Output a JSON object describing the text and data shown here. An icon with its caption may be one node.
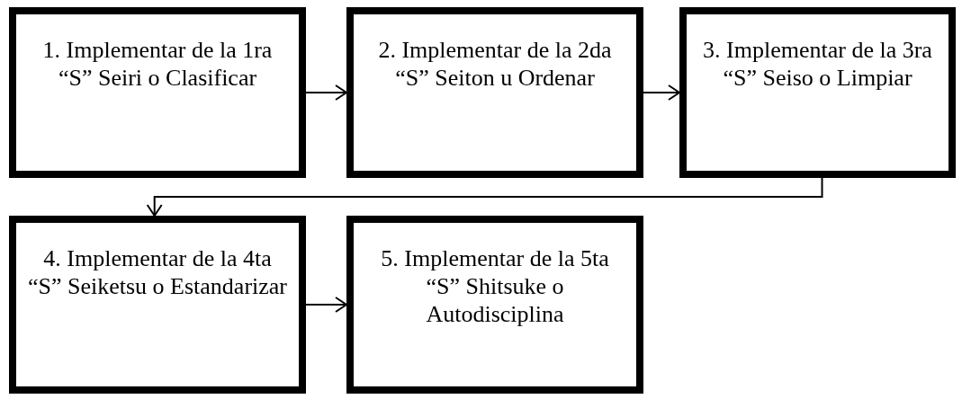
{
  "diagram": {
    "nodes": [
      {
        "text": [
          "1. Implementar de la 1ra “S” Seiri o Clasificar"
        ]
      },
      {
        "text": [
          "2. Implementar de la 2da “S” Seiton u Ordenar"
        ]
      },
      {
        "text": [
          "3. Implementar de la 3ra “S” Seiso o Limpiar"
        ]
      },
      {
        "text": [
          "4. Implementar de la 4ta “S” Seiketsu o Estandarizar"
        ]
      },
      {
        "text": [
          "5. Implementar de la 5ta “S” Shitsuke o Autodisciplina"
        ]
      }
    ],
    "edges": [
      {
        "from": 0,
        "to": 1,
        "arrow": "to"
      },
      {
        "from": 1,
        "to": 2,
        "arrow": "to"
      },
      {
        "from": 2,
        "to": 3,
        "arrow": "to"
      },
      {
        "from": 3,
        "to": 4,
        "arrow": "to"
      }
    ]
  }
}
